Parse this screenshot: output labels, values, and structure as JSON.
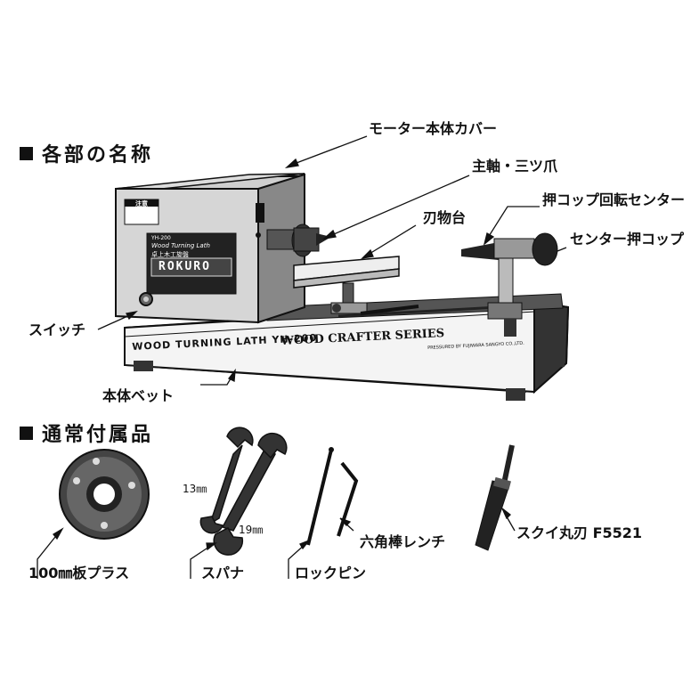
{
  "section1": {
    "heading": "各部の名称"
  },
  "section2": {
    "heading": "通常付属品"
  },
  "parts": {
    "motor_cover": "モーター本体カバー",
    "spindle_chuck": "主軸・三ツ爪",
    "tool_rest": "刃物台",
    "push_cup_center": "押コップ回転センター",
    "center_push_cup": "センター押コップ",
    "switch": "スイッチ",
    "bed": "本体ベット"
  },
  "machine": {
    "front_text": "WOOD TURNING LATH YH-200",
    "series_text": "WOOD CRAFTER SERIES",
    "maker_text": "PRESSURED BY FUJIWARA SANGYO CO.,LTD.",
    "plate_model": "YH-200",
    "plate_name_en": "Wood Turning Lath",
    "plate_name_jp": "卓上木工旋盤",
    "plate_brand": "ROKURO",
    "warning_label": "注意"
  },
  "accessories": {
    "faceplate": "100㎜板プラス",
    "spanner": "スパナ",
    "spanner_size_small": "13㎜",
    "spanner_size_large": "19㎜",
    "lock_pin": "ロックピン",
    "hex_wrench": "六角棒レンチ",
    "gouge": "スクイ丸刃 F5521"
  }
}
